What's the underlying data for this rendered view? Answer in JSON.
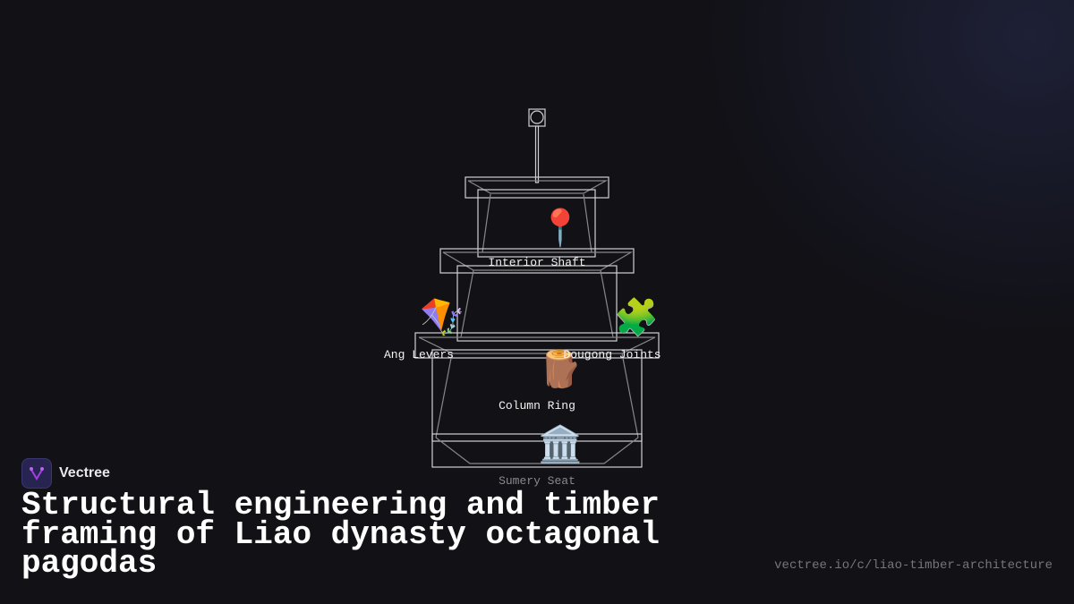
{
  "brand": {
    "name": "Vectree",
    "accent": "#a040e0"
  },
  "title": "Structural engineering and timber framing of Liao dynasty octagonal pagodas",
  "url": "vectree.io/c/liao-timber-architecture",
  "diagram": {
    "labels": {
      "interior_shaft": "Interior Shaft",
      "ang_levers": "Ang Levers",
      "dougong_joints": "Dougong Joints",
      "column_ring": "Column Ring",
      "sumery_seat": "Sumery Seat"
    },
    "icons": {
      "pin": "📍",
      "kite": "🪁",
      "puzzle": "🧩",
      "wood": "🪵",
      "building": "🏛️"
    },
    "line_color": "#cfcfd4"
  }
}
